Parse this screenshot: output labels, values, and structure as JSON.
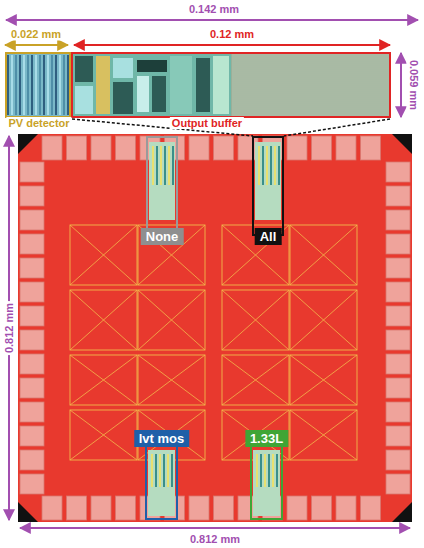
{
  "diagram": {
    "nodes": [
      {
        "text": [
          "PV detector"
        ]
      },
      {
        "text": [
          "Output buffer"
        ]
      },
      {
        "text": [
          "None"
        ]
      },
      {
        "text": [
          "All"
        ]
      },
      {
        "text": [
          "lvt mos"
        ]
      },
      {
        "text": [
          "1.33L"
        ]
      }
    ],
    "labels": [
      "0.142 mm",
      "0.022 mm",
      "0.12 mm",
      "0.059 mm",
      "0.812 mm",
      "0.812 mm"
    ]
  }
}
